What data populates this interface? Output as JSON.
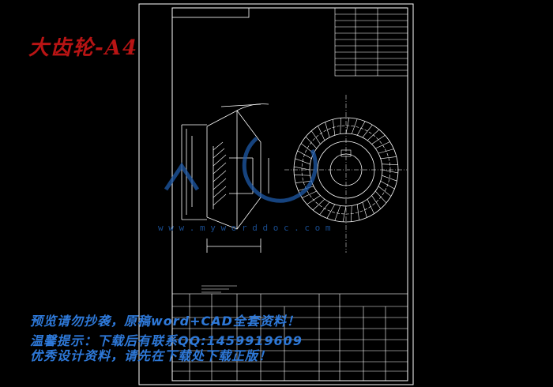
{
  "title": "大齿轮-A4",
  "promo_lines": [
    "预览请勿抄袭，原稿word+CAD全套资料！",
    "温馨提示：下载后有联系QQ:1459919609",
    "优秀设计资料，请先在下载处下载正版！"
  ],
  "watermark_text": "w w w . m y w o r d d o c . c o m",
  "colors": {
    "background": "#000000",
    "drawing": "#ffffff",
    "title": "#b81414",
    "promo": "#2e79d9",
    "watermark": "#1e5aa8"
  }
}
